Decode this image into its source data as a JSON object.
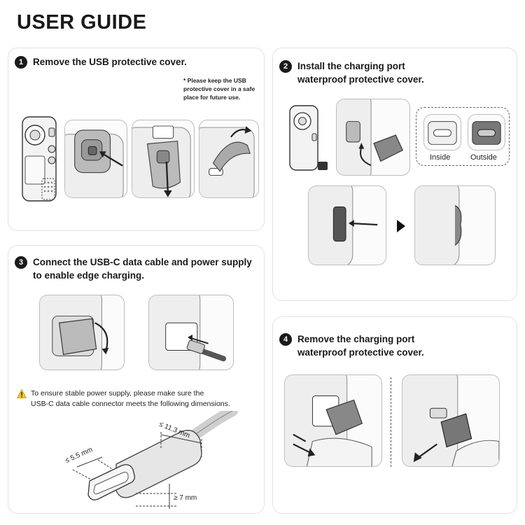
{
  "page": {
    "title": "USER GUIDE"
  },
  "steps": [
    {
      "number": "1",
      "lines": [
        "Remove the USB protective cover."
      ],
      "note": [
        "* Please keep the USB",
        "protective cover in a safe",
        "place for future use."
      ]
    },
    {
      "number": "2",
      "lines": [
        "Install the charging port",
        "waterproof protective cover."
      ],
      "captions": {
        "inside": "Inside",
        "outside": "Outside"
      }
    },
    {
      "number": "3",
      "lines": [
        "Connect the USB-C data cable and power supply",
        "to enable edge charging."
      ],
      "warning": [
        "To ensure stable power supply, please make sure the",
        "USB-C data cable connector meets the following dimensions."
      ],
      "dimensions": {
        "length": "≤ 11.3 mm",
        "width": "≤ 5.5 mm",
        "height": "≥ 7 mm"
      }
    },
    {
      "number": "4",
      "lines": [
        "Remove the charging port",
        "waterproof protective cover."
      ]
    }
  ],
  "icons": {
    "warning": "warning-triangle-icon",
    "next": "play-arrow-icon"
  },
  "colors": {
    "text": "#1a1a1a",
    "warning_fill": "#f5c518",
    "panel_border": "#e2e2e2"
  }
}
